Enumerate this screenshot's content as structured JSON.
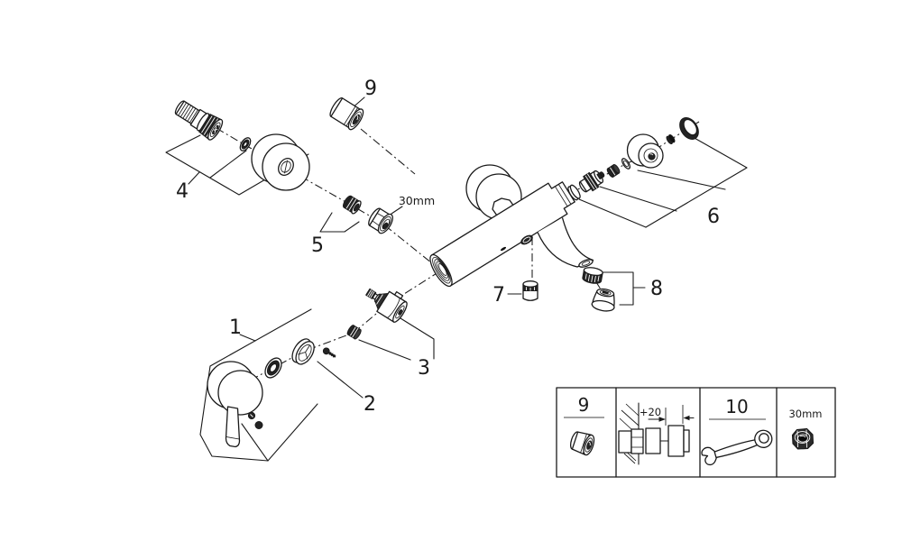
{
  "page": {
    "background": "#ffffff",
    "line_color": "#1a1a1a"
  },
  "diagram": {
    "type": "exploded-parts-diagram",
    "callouts": {
      "part1": "1",
      "part2": "2",
      "part3": "3",
      "part4": "4",
      "part5": "5",
      "part6": "6",
      "part7": "7",
      "part8": "8",
      "part9": "9"
    },
    "annotations": {
      "union_nut_size": "30mm"
    },
    "detail_box": {
      "adapter_label": "9",
      "extension_dimension": "+20",
      "wrench_label": "10",
      "wrench_nut_size": "30mm"
    }
  }
}
